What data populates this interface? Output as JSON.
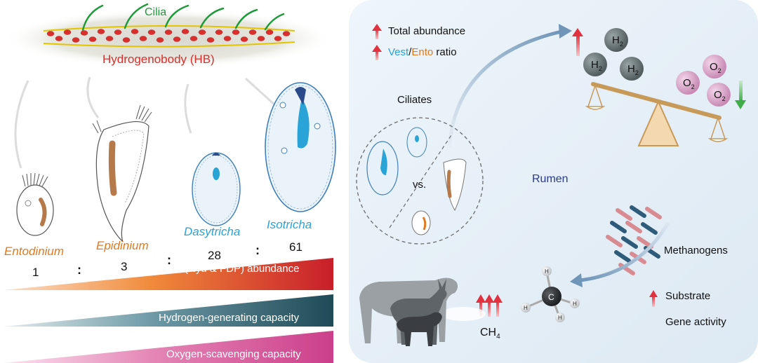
{
  "left_panel": {
    "cilia_label": "Cilia",
    "hb_label": "Hydrogenobody (HB)",
    "species": [
      {
        "name": "Entodinium",
        "ratio": "1",
        "color": "#e07a1f"
      },
      {
        "name": "Epidinium",
        "ratio": "3",
        "color": "#e07a1f"
      },
      {
        "name": "Dasytricha",
        "ratio": "28",
        "color": "#2aa3d6"
      },
      {
        "name": "Isotricha",
        "ratio": "61",
        "color": "#2aa3d6"
      }
    ],
    "separator": ":",
    "wedges": [
      {
        "label": "HB (Hyd & FDP) abundance",
        "color": "#c81e2a"
      },
      {
        "label": "Hydrogen-generating capacity",
        "color": "#1f4a57"
      },
      {
        "label": "Oxygen-scavenging capacity",
        "color": "#cc3f8a"
      }
    ]
  },
  "right_panel": {
    "legend": {
      "total_abundance": "Total abundance",
      "vest": "Vest",
      "slash": "/",
      "ento": "Ento",
      "ratio": " ratio"
    },
    "ciliates_label": "Ciliates",
    "vs_label": "vs.",
    "rumen_label": "Rumen",
    "methanogens_label": "Methanogens",
    "substrate_label": "Substrate",
    "gene_activity_label": "Gene activity",
    "ch4_main": "CH",
    "ch4_sub": "4",
    "h2_main": "H",
    "h2_sub": "2",
    "o2_main": "O",
    "o2_sub": "2",
    "carbon_label": "C",
    "hydrogen_atom_label": "H",
    "colors": {
      "up_arrow": "#e2323f",
      "down_arrow": "#3fae49",
      "vest": "#2aa3d6",
      "ento": "#e07a1f",
      "rumen": "#2b3a8c"
    }
  }
}
